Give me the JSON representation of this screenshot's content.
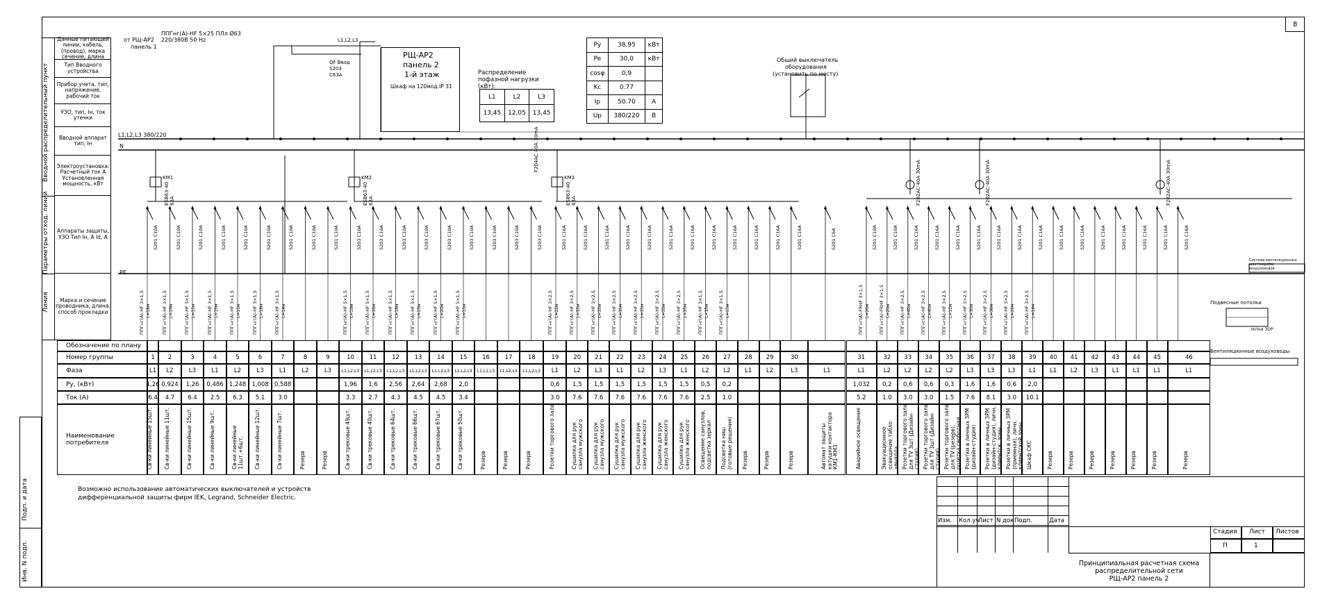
{
  "sheet_number": "8",
  "feeder": {
    "source": "от РЩ-АР2",
    "source_panel": "панель 1",
    "cable": "ППГнг(А)-HF 5×25  ПЛл Ø63",
    "voltage": "220/380В 50 Hz"
  },
  "panel": {
    "name": "РЩ-АР2",
    "panel_no": "панель 2",
    "floor": "1-й этаж",
    "cabinet": "Шкаф на 120мод.IP 31"
  },
  "bus": {
    "lines": "L1,L2,L3 380/220",
    "n": "N",
    "pe": "PE",
    "top_label": "L1,L2,L3"
  },
  "main_switch": {
    "qf": "QF Ввод",
    "type": "S203",
    "rating": "C63A"
  },
  "contactors": [
    {
      "name": "KM1",
      "type": "ESB63-40",
      "rating": "63A"
    },
    {
      "name": "KM2",
      "type": "ESB63-40",
      "rating": "63A"
    },
    {
      "name": "KM3",
      "type": "ESB63-40",
      "rating": "63A"
    }
  ],
  "rcd_main": {
    "type": "F204AC",
    "rating": "40A 30mA"
  },
  "phase_distribution": {
    "title": "Распределение пофазной нагрузки (кВт):",
    "headers": [
      "L1",
      "L2",
      "L3"
    ],
    "values": [
      "13,45",
      "12,05",
      "13,45"
    ]
  },
  "params": [
    {
      "name": "Py",
      "value": "38,95",
      "unit": "кВт"
    },
    {
      "name": "Pe",
      "value": "30,0",
      "unit": "кВт"
    },
    {
      "name": "cosφ",
      "value": "0,9",
      "unit": ""
    },
    {
      "name": "Kc",
      "value": "0.77",
      "unit": ""
    },
    {
      "name": "Ip",
      "value": "50.70",
      "unit": "A"
    },
    {
      "name": "Up",
      "value": "380/220",
      "unit": "В"
    }
  ],
  "general_switch": {
    "line1": "Общий выключатель",
    "line2": "оборудования",
    "line3": "(установить по месту)"
  },
  "left_labels": {
    "side_top": "Вводной распределительный пункт",
    "side_mid": "Параметры отход. линий",
    "side_bot": "Линия",
    "rows": [
      "Данные питающей линии, кабель, (провод), марка сечение, длина",
      "Тип Вводного устройства",
      "Прибор учета, тип, напряжение, рабочий ток",
      "УЗО, тип, Iн, ток утечки",
      "Вводной аппарат тип, Iн",
      "Электроустановка: Расчетный ток А Установленная мощность, кВт",
      "Аппараты защиты, УЗО Тип Iн, А Id, А",
      "Марка и сечение проводника, длина, способ прокладки"
    ]
  },
  "table": {
    "row_labels": [
      "Обозначение по плану",
      "Номер группы",
      "Фаза",
      "Py, (кВт)",
      "Ток (А)",
      "Наименование потребителя"
    ],
    "groups": [
      {
        "n": "1",
        "phase": "L1",
        "p": "1,26",
        "i": "6.4",
        "name": "Св-ки линейные 15шт.",
        "cable": "ППГнг(А)-HF 3×1,5",
        "len": "L=18м",
        "breaker": "S201 C10A"
      },
      {
        "n": "2",
        "phase": "L2",
        "p": "0,924",
        "i": "4.7",
        "name": "Св-ки линейные 11шт.",
        "cable": "ППГнг(А)-HF 3×1,5",
        "len": "L=19м",
        "breaker": "S201 C10A"
      },
      {
        "n": "3",
        "phase": "L3",
        "p": "1,26",
        "i": "6.4",
        "name": "Св-ки линейные 15шт.",
        "cable": "ППГнг(А)-HF 3×1,5",
        "len": "L=15м",
        "breaker": "S201 C10A"
      },
      {
        "n": "4",
        "phase": "L1",
        "p": "0,486",
        "i": "2.5",
        "name": "Св-ки линейные 9шт.",
        "cable": "ППГнг(А)-HF 3×1,5",
        "len": "L=15м",
        "breaker": "S201 C10A"
      },
      {
        "n": "5",
        "phase": "L2",
        "p": "1,248",
        "i": "6.3",
        "name": "Св-ки линейные 11шт.+6шт.",
        "cable": "ППГнг(А)-HF 3×1,5",
        "len": "L=15м",
        "breaker": "S201 C10A"
      },
      {
        "n": "6",
        "phase": "L3",
        "p": "1,008",
        "i": "5.1",
        "name": "Св-ки линейные 12шт.",
        "cable": "ППГнг(А)-HF 3×1,5",
        "len": "L=18м",
        "breaker": "S201 C10A"
      },
      {
        "n": "7",
        "phase": "L1",
        "p": "0,588",
        "i": "3.0",
        "name": "Св-ки линейные 7шт.",
        "cable": "ППГнг(А)-HF 3×1,5",
        "len": "L=14м",
        "breaker": "S201 C10A"
      },
      {
        "n": "8",
        "phase": "L2",
        "p": "",
        "i": "",
        "name": "Резерв",
        "cable": "",
        "len": "",
        "breaker": "S201 C10A"
      },
      {
        "n": "9",
        "phase": "L3",
        "p": "",
        "i": "",
        "name": "Резерв",
        "cable": "",
        "len": "",
        "breaker": "S201 C10A"
      },
      {
        "n": "10",
        "phase": "L1,L2,L3",
        "p": "1,96",
        "i": "3.3",
        "name": "Св-ки трековые 49шт.",
        "cable": "ППГнг(А)-HF 5×1,5",
        "len": "L=19м",
        "breaker": "S203 C10A"
      },
      {
        "n": "11",
        "phase": "L1,L2,L3",
        "p": "1,6",
        "i": "2.7",
        "name": "Св-ки трековые 40шт.",
        "cable": "ППГнг(А)-HF 5×1,5",
        "len": "L=16м",
        "breaker": "S203 C10A"
      },
      {
        "n": "12",
        "phase": "L1,L2,L3",
        "p": "2,56",
        "i": "4.3",
        "name": "Св-ки трековые 64шт.",
        "cable": "ППГнг(А)-HF 5×1,5",
        "len": "L=18м",
        "breaker": "S203 C10A"
      },
      {
        "n": "13",
        "phase": "L1,L2,L3",
        "p": "2,64",
        "i": "4.5",
        "name": "Св-ки трековые 66шт.",
        "cable": "ППГнг(А)-HF 5×1,5",
        "len": "L=15м",
        "breaker": "S203 C10A"
      },
      {
        "n": "14",
        "phase": "L1,L2,L3",
        "p": "2,68",
        "i": "4.5",
        "name": "Св-ки трековые 67шт.",
        "cable": "ППГнг(А)-HF 5×1,5",
        "len": "L=20м",
        "breaker": "S203 C10A"
      },
      {
        "n": "15",
        "phase": "L1,L2,L3",
        "p": "2,0",
        "i": "3.4",
        "name": "Св-ки трековые 50шт.",
        "cable": "ППГнг(А)-HF 5×1,5",
        "len": "L=15м",
        "breaker": "S203 C10A"
      },
      {
        "n": "16",
        "phase": "L1,L2,L3",
        "p": "",
        "i": "",
        "name": "Резерв",
        "cable": "",
        "len": "",
        "breaker": "S203 C10A"
      },
      {
        "n": "17",
        "phase": "L1,L2,L3",
        "p": "",
        "i": "",
        "name": "Резерв",
        "cable": "",
        "len": "",
        "breaker": "S203 C10A"
      },
      {
        "n": "18",
        "phase": "L1,L2,L3",
        "p": "",
        "i": "",
        "name": "Резерв",
        "cable": "",
        "len": "",
        "breaker": "S203 C10A"
      },
      {
        "n": "19",
        "phase": "L1",
        "p": "0,6",
        "i": "3.0",
        "name": "Розетки торгового зала",
        "cable": "ППГнг(А)-HF 3×2,5",
        "len": "L=22м",
        "breaker": "S201 C16A"
      },
      {
        "n": "20",
        "phase": "L2",
        "p": "1,5",
        "i": "7.6",
        "name": "Сушилка для рук санузла мужского",
        "cable": "ППГнг(А)-HF 3×2,5",
        "len": "L=35м",
        "breaker": "S201 C16A"
      },
      {
        "n": "21",
        "phase": "L3",
        "p": "1,5",
        "i": "7.6",
        "name": "Сушилка для рук санузла мужского",
        "cable": "ППГнг(А)-HF 3×2,5",
        "len": "L=35м",
        "breaker": "S201 C16A"
      },
      {
        "n": "22",
        "phase": "L1",
        "p": "1,5",
        "i": "7.6",
        "name": "Сушилка для рук санузла мужского",
        "cable": "ППГнг(А)-HF 3×2,5",
        "len": "L=35м",
        "breaker": "S201 C16A"
      },
      {
        "n": "23",
        "phase": "L2",
        "p": "1,5",
        "i": "7.6",
        "name": "Сушилка для рук санузла женского",
        "cable": "ППГнг(А)-HF 3×2,5",
        "len": "L=35м",
        "breaker": "S201 C16A"
      },
      {
        "n": "24",
        "phase": "L3",
        "p": "1,5",
        "i": "7.6",
        "name": "Сушилка для рук санузла женского",
        "cable": "ППГнг(А)-HF 3×2,5",
        "len": "L=35м",
        "breaker": "S201 C16A"
      },
      {
        "n": "25",
        "phase": "L1",
        "p": "1,5",
        "i": "7.6",
        "name": "Сушилка для рук санузла женского",
        "cable": "ППГнг(А)-HF 3×2,5",
        "len": "L=35м",
        "breaker": "S201 C16A"
      },
      {
        "n": "26",
        "phase": "L2",
        "p": "0,5",
        "i": "2.5",
        "name": "Освещение санузлов, подсветка зеркал",
        "cable": "ППГнг(А)-HF 3×1,5",
        "len": "L=35м",
        "breaker": "S201 C16A"
      },
      {
        "n": "27",
        "phase": "L2",
        "p": "0,2",
        "i": "1.0",
        "name": "Подсветка ниш (готовые решения)",
        "cable": "ППГнг(А)-HF 3×1,5",
        "len": "L=15м",
        "breaker": "S201 C16A"
      },
      {
        "n": "28",
        "phase": "L1",
        "p": "",
        "i": "",
        "name": "Резерв",
        "cable": "",
        "len": "",
        "breaker": "S201 C16A"
      },
      {
        "n": "29",
        "phase": "L2",
        "p": "",
        "i": "",
        "name": "Резерв",
        "cable": "",
        "len": "",
        "breaker": "S201 C16A"
      },
      {
        "n": "30",
        "phase": "L3",
        "p": "",
        "i": "",
        "name": "Резерв",
        "cable": "",
        "len": "",
        "breaker": "S201 C16A"
      },
      {
        "n": "",
        "phase": "L1",
        "p": "",
        "i": "",
        "name": "Автомат защиты катушки контактора КМ1-КМ3",
        "cable": "",
        "len": "",
        "breaker": "S201 C6A"
      },
      {
        "n": "31",
        "phase": "L1",
        "p": "1,032",
        "i": "5.2",
        "name": "Аварийное освещение",
        "cable": "ППГнг(А)-FRHF 3×1,5",
        "len": "L=20м",
        "breaker": "S201 C10A"
      },
      {
        "n": "32",
        "phase": "L2",
        "p": "0,2",
        "i": "1.0",
        "name": "Эвакуационное освещение табло «выход»",
        "cable": "ППГнг(А)-FRHF 3×1,5",
        "len": "L=20м",
        "breaker": "S201 C10A"
      },
      {
        "n": "33",
        "phase": "L2",
        "p": "0,6",
        "i": "3.0",
        "name": "Розетки торгового зала для TV 3шт (Дизайн-студия)",
        "cable": "ППГнг(А)-HF 3×2,5",
        "len": "L=40м",
        "breaker": "S201 C16A"
      },
      {
        "n": "34",
        "phase": "L2",
        "p": "0,6",
        "i": "3.0",
        "name": "Розетки торгового зала для TV 3шт (Дизайн-студия)",
        "cable": "ППГнг(А)-HF 3×2,5",
        "len": "L=40м",
        "breaker": "S201 C16A"
      },
      {
        "n": "35",
        "phase": "L2",
        "p": "0,3",
        "i": "1.5",
        "name": "Розетки торгового зала для TV (резерв), розетка свободная",
        "cable": "ППГнг(А)-HF 3×2,5",
        "len": "L=12м",
        "breaker": "S201 C16A"
      },
      {
        "n": "36",
        "phase": "L3",
        "p": "1,6",
        "i": "7.6",
        "name": "Розетки в личных ЗРМ (дизайн-студия)",
        "cable": "ППГнг(А)-HF 3×2,5",
        "len": "L=30м",
        "breaker": "S201 C16A"
      },
      {
        "n": "37",
        "phase": "L3",
        "p": "1,6",
        "i": "8.1",
        "name": "Розетки в личных ЗРМ (дизайн-студия), личн. клиентск. зоны",
        "cable": "ППГнг(А)-HF 3×2,5",
        "len": "L=30м",
        "breaker": "S201 C16A"
      },
      {
        "n": "38",
        "phase": "L3",
        "p": "0,6",
        "i": "3.0",
        "name": "Розетки в личных ЗРМ (приемная), личн. клиентской зоны",
        "cable": "ППГнг(А)-HF 3×2,5",
        "len": "L=10м",
        "breaker": "S201 C16A"
      },
      {
        "n": "39",
        "phase": "L1",
        "p": "2,0",
        "i": "10.1",
        "name": "Шкаф СКС",
        "cable": "ППГнг(А)-HF 3×2,5",
        "len": "L=14м",
        "breaker": "S201 C16A"
      },
      {
        "n": "40",
        "phase": "L1",
        "p": "",
        "i": "",
        "name": "Резерв",
        "cable": "",
        "len": "",
        "breaker": "S201 C16A"
      },
      {
        "n": "41",
        "phase": "L2",
        "p": "",
        "i": "",
        "name": "Резерв",
        "cable": "",
        "len": "",
        "breaker": "S201 C16A"
      },
      {
        "n": "42",
        "phase": "L3",
        "p": "",
        "i": "",
        "name": "Резерв",
        "cable": "",
        "len": "",
        "breaker": "S201 C16A"
      },
      {
        "n": "43",
        "phase": "L1",
        "p": "",
        "i": "",
        "name": "Резерв",
        "cable": "",
        "len": "",
        "breaker": "S201 C16A"
      },
      {
        "n": "44",
        "phase": "L1",
        "p": "",
        "i": "",
        "name": "Резерв",
        "cable": "",
        "len": "",
        "breaker": "S201 C16A"
      },
      {
        "n": "45",
        "phase": "L1",
        "p": "",
        "i": "",
        "name": "Резерв",
        "cable": "",
        "len": "",
        "breaker": "S201 C16A"
      },
      {
        "n": "46",
        "phase": "L1",
        "p": "",
        "i": "",
        "name": "Резерв",
        "cable": "",
        "len": "",
        "breaker": "S201 C16A"
      }
    ]
  },
  "rcd_groups": {
    "type": "F202AC-40A 30mA"
  },
  "cable_trays": {
    "label": "Подвесные потолки",
    "sub": "лотки ЗОР"
  },
  "ventilation": {
    "label": "Вентиляционные воздуховоды"
  },
  "strip_label": {
    "label": "Система вентиляционных шахт(короба) воздуховодов"
  },
  "note": {
    "line1": "Возможно использование автоматических выключателей и устройств",
    "line2": "дифференциальной защиты фирм IEK, Legrand, Schneider Electric."
  },
  "side_stamp": {
    "sign": "Подп. и дата",
    "inv": "Инв. N подл."
  },
  "title_block": {
    "cols": [
      "Изм.",
      "Кол.уч",
      "Лист",
      "N док",
      "Подп.",
      "Дата"
    ],
    "stage_header": "Стадия",
    "sheet_header": "Лист",
    "sheets_header": "Листов",
    "stage": "П",
    "sheet": "1",
    "title_line1": "Принципиальная расчетная схема",
    "title_line2": "распределительной  сети",
    "title_line3": "РЩ-АР2 панель 2"
  }
}
